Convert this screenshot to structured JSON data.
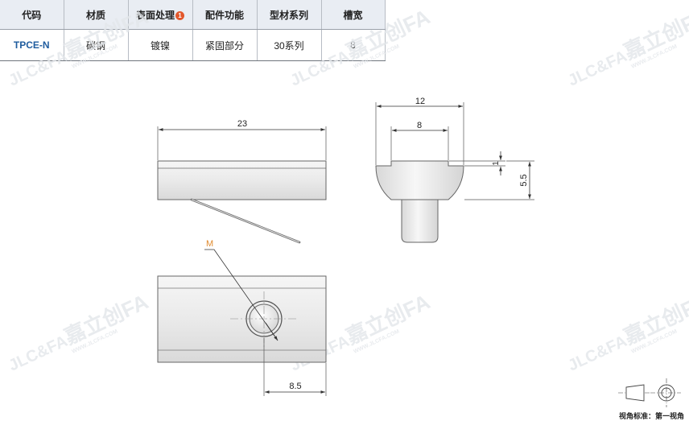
{
  "table": {
    "headers": {
      "code": "代码",
      "material": "材质",
      "surface": "表面处理",
      "surface_note": "1",
      "function": "配件功能",
      "series": "型材系列",
      "slot_width": "槽宽"
    },
    "row": {
      "code": "TPCE-N",
      "material": "碳钢",
      "surface": "镀镍",
      "function": "紧固部分",
      "series": "30系列",
      "slot_width": "8"
    }
  },
  "dimensions": {
    "length": "23",
    "thread": "M",
    "hole_offset": "8.5",
    "overall_width": "12",
    "slot_width": "8",
    "flange_thickness": "1",
    "height": "5.5"
  },
  "watermark": {
    "brand": "JLC&FA",
    "name": "嘉立创FA",
    "url": "WWW.JLCFA.COM"
  },
  "footer": {
    "view_label": "视角标准：第一视角"
  },
  "colors": {
    "accent": "#1f5c9e",
    "badge": "#e2572b",
    "thread_label": "#e08a2e",
    "header_bg": "#e9edf3"
  }
}
